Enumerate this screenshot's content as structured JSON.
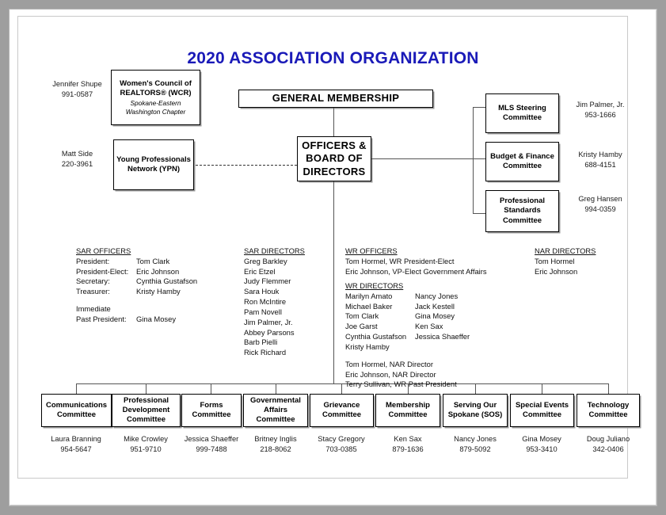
{
  "title": "2020 ASSOCIATION ORGANIZATION",
  "title_color": "#1a1ab8",
  "top": {
    "general_membership": "GENERAL MEMBERSHIP",
    "officers_board": "OFFICERS & BOARD OF DIRECTORS",
    "wcr": {
      "name": "Women's Council of REALTORS® (WCR)",
      "subtitle": "Spokane-Eastern Washington Chapter",
      "contact_name": "Jennifer Shupe",
      "contact_phone": "991-0587"
    },
    "ypn": {
      "name": "Young Professionals Network (YPN)",
      "contact_name": "Matt Side",
      "contact_phone": "220-3961"
    }
  },
  "right_committees": [
    {
      "name": "MLS Steering Committee",
      "contact_name": "Jim Palmer, Jr.",
      "contact_phone": "953-1666"
    },
    {
      "name": "Budget & Finance Committee",
      "contact_name": "Kristy Hamby",
      "contact_phone": "688-4151"
    },
    {
      "name": "Professional Standards Committee",
      "contact_name": "Greg Hansen",
      "contact_phone": "994-0359"
    }
  ],
  "sar_officers": {
    "heading": "SAR OFFICERS",
    "rows": [
      {
        "role": "President:",
        "person": "Tom Clark"
      },
      {
        "role": "President-Elect:",
        "person": "Eric Johnson"
      },
      {
        "role": "Secretary:",
        "person": "Cynthia Gustafson"
      },
      {
        "role": "Treasurer:",
        "person": "Kristy Hamby"
      }
    ],
    "immediate_label": "Immediate",
    "past_president_role": "Past President:",
    "past_president_person": "Gina Mosey"
  },
  "sar_directors": {
    "heading": "SAR DIRECTORS",
    "names": [
      "Greg Barkley",
      "Eric Etzel",
      "Judy Flemmer",
      "Sara Houk",
      "Ron McIntire",
      "Pam Novell",
      "Jim Palmer, Jr.",
      "Abbey Parsons",
      "Barb Pielli",
      "Rick Richard"
    ]
  },
  "wr_officers": {
    "heading": "WR OFFICERS",
    "lines": [
      "Tom Hormel, WR President-Elect",
      "Eric Johnson, VP-Elect Government Affairs"
    ]
  },
  "wr_directors": {
    "heading": "WR DIRECTORS",
    "col1": [
      "Marilyn Amato",
      "Michael Baker",
      "Tom Clark",
      "Joe Garst",
      "Cynthia Gustafson",
      "Kristy Hamby"
    ],
    "col2": [
      "Nancy Jones",
      "Jack Kestell",
      "Gina Mosey",
      "Ken Sax",
      "Jessica Shaeffer"
    ],
    "footer": [
      "Tom Hormel, NAR Director",
      "Eric Johnson, NAR Director",
      "Terry Sullivan, WR Past President"
    ]
  },
  "nar_directors": {
    "heading": "NAR DIRECTORS",
    "names": [
      "Tom Hormel",
      "Eric Johnson"
    ]
  },
  "bottom_committees": [
    {
      "name": "Communications Committee",
      "contact_name": "Laura Branning",
      "contact_phone": "954-5647"
    },
    {
      "name": "Professional Development Committee",
      "contact_name": "Mike Crowley",
      "contact_phone": "951-9710"
    },
    {
      "name": "Forms Committee",
      "contact_name": "Jessica Shaeffer",
      "contact_phone": "999-7488"
    },
    {
      "name": "Governmental Affairs Committee",
      "contact_name": "Britney Inglis",
      "contact_phone": "218-8062"
    },
    {
      "name": "Grievance Committee",
      "contact_name": "Stacy Gregory",
      "contact_phone": "703-0385"
    },
    {
      "name": "Membership Committee",
      "contact_name": "Ken Sax",
      "contact_phone": "879-1636"
    },
    {
      "name": "Serving Our Spokane (SOS)",
      "contact_name": "Nancy Jones",
      "contact_phone": "879-5092"
    },
    {
      "name": "Special Events Committee",
      "contact_name": "Gina Mosey",
      "contact_phone": "953-3410"
    },
    {
      "name": "Technology Committee",
      "contact_name": "Doug Juliano",
      "contact_phone": "342-0406"
    }
  ]
}
